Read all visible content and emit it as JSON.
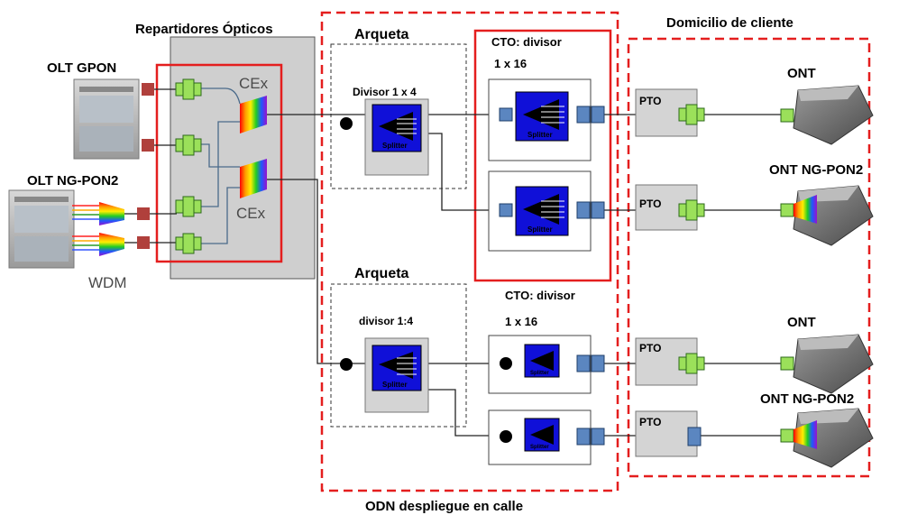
{
  "labels": {
    "repartidores": "Repartidores Ópticos",
    "arqueta_top": "Arqueta",
    "arqueta_bottom": "Arqueta",
    "cto_top": "CTO: divisor",
    "cto_top_ratio": "1 x 16",
    "cto_bottom": "CTO: divisor",
    "cto_bottom_ratio": "1 x 16",
    "domicilio": "Domicilio de cliente",
    "odn": "ODN despliegue en calle",
    "olt_gpon": "OLT GPON",
    "olt_ngpon2": "OLT NG-PON2",
    "wdm": "WDM",
    "cex_top": "CEx",
    "cex_bottom": "CEx",
    "divisor_top": "Divisor 1 x 4",
    "divisor_bottom": "divisor 1:4",
    "splitter": "Splitter",
    "pto": "PTO",
    "ont_1": "ONT",
    "ont_2": "ONT NG-PON2",
    "ont_3": "ONT",
    "ont_4": "ONT NG-PON2"
  },
  "colors": {
    "dashed_red": "#e41e1e",
    "splitter_blue": "#1010d8",
    "connector_green": "#9be05a",
    "connector_blue": "#5b86c0",
    "connector_red": "#b0403c",
    "rack_grey": "#cfcfcf"
  }
}
